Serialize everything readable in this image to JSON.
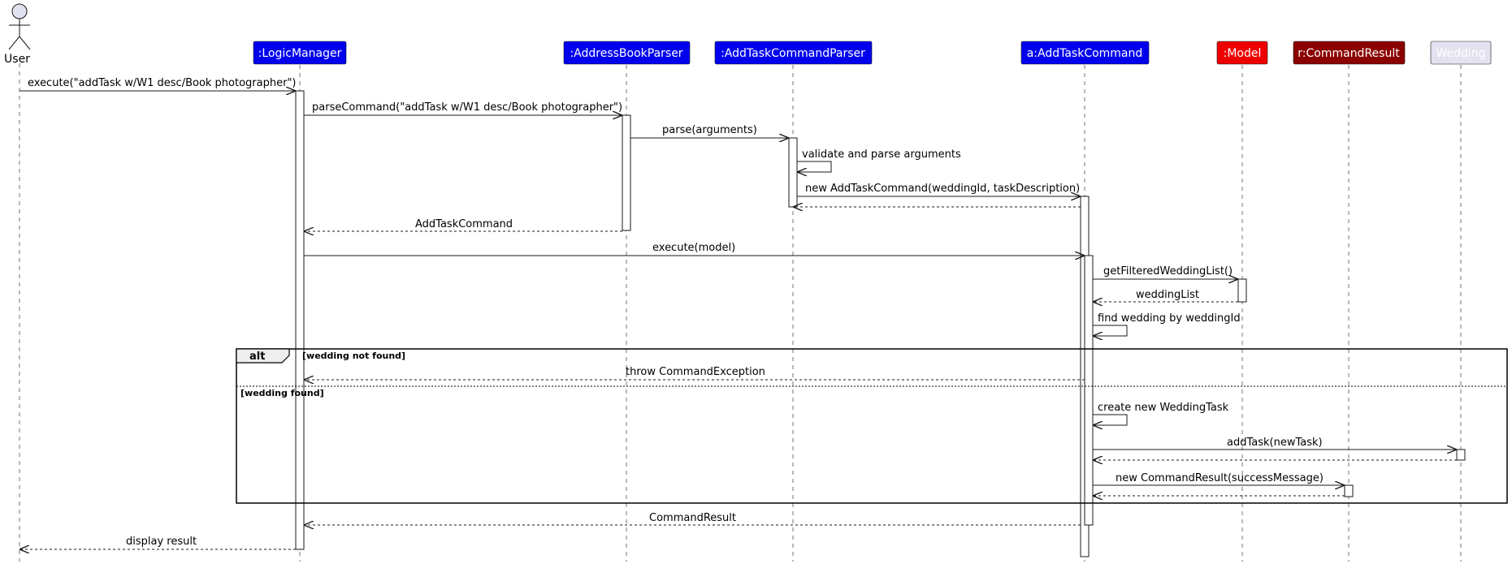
{
  "participants": [
    {
      "id": "user",
      "label": "User",
      "kind": "actor",
      "fill": "#E2E2F0",
      "text_color": "#000000"
    },
    {
      "id": "logic",
      "label": ":LogicManager",
      "kind": "box",
      "fill": "#0000EE",
      "text_color": "#FFFFFF"
    },
    {
      "id": "abp",
      "label": ":AddressBookParser",
      "kind": "box",
      "fill": "#0000EE",
      "text_color": "#FFFFFF"
    },
    {
      "id": "atcp",
      "label": ":AddTaskCommandParser",
      "kind": "box",
      "fill": "#0000EE",
      "text_color": "#FFFFFF"
    },
    {
      "id": "atc",
      "label": "a:AddTaskCommand",
      "kind": "box",
      "fill": "#0000EE",
      "text_color": "#FFFFFF"
    },
    {
      "id": "model",
      "label": ":Model",
      "kind": "box",
      "fill": "#EE0000",
      "text_color": "#FFFFFF"
    },
    {
      "id": "cr",
      "label": "r:CommandResult",
      "kind": "box",
      "fill": "#8B0000",
      "text_color": "#FFFFFF"
    },
    {
      "id": "wedding",
      "label": "Wedding",
      "kind": "box",
      "fill": "#E2E2F0",
      "text_color": "#FFFFFF"
    }
  ],
  "messages": [
    {
      "from": "user",
      "to": "logic",
      "label": "execute(\"addTask w/W1 desc/Book photographer\")",
      "style": "solid"
    },
    {
      "from": "logic",
      "to": "abp",
      "label": "parseCommand(\"addTask w/W1 desc/Book photographer\")",
      "style": "solid"
    },
    {
      "from": "abp",
      "to": "atcp",
      "label": "parse(arguments)",
      "style": "solid"
    },
    {
      "from": "atcp",
      "to": "atcp",
      "label": "validate and parse arguments",
      "style": "self"
    },
    {
      "from": "atcp",
      "to": "atc",
      "label": "new AddTaskCommand(weddingId, taskDescription)",
      "style": "solid"
    },
    {
      "from": "atc",
      "to": "atcp",
      "label": "",
      "style": "dashed"
    },
    {
      "from": "abp",
      "to": "logic",
      "label": "AddTaskCommand",
      "style": "dashed"
    },
    {
      "from": "logic",
      "to": "atc",
      "label": "execute(model)",
      "style": "solid"
    },
    {
      "from": "atc",
      "to": "model",
      "label": "getFilteredWeddingList()",
      "style": "solid"
    },
    {
      "from": "model",
      "to": "atc",
      "label": "weddingList",
      "style": "dashed"
    },
    {
      "from": "atc",
      "to": "atc",
      "label": "find wedding by weddingId",
      "style": "self"
    },
    {
      "from": "atc",
      "to": "logic",
      "label": "throw CommandException",
      "style": "dashed"
    },
    {
      "from": "atc",
      "to": "atc",
      "label": "create new WeddingTask",
      "style": "self"
    },
    {
      "from": "atc",
      "to": "wedding",
      "label": "addTask(newTask)",
      "style": "solid"
    },
    {
      "from": "wedding",
      "to": "atc",
      "label": "",
      "style": "dashed"
    },
    {
      "from": "atc",
      "to": "cr",
      "label": "new CommandResult(successMessage)",
      "style": "solid"
    },
    {
      "from": "cr",
      "to": "atc",
      "label": "",
      "style": "dashed"
    },
    {
      "from": "atc",
      "to": "logic",
      "label": "CommandResult",
      "style": "dashed"
    },
    {
      "from": "logic",
      "to": "user",
      "label": "display result",
      "style": "dashed"
    }
  ],
  "alt_frame": {
    "keyword": "alt",
    "guard_1": "[wedding not found]",
    "guard_2": "[wedding found]"
  }
}
